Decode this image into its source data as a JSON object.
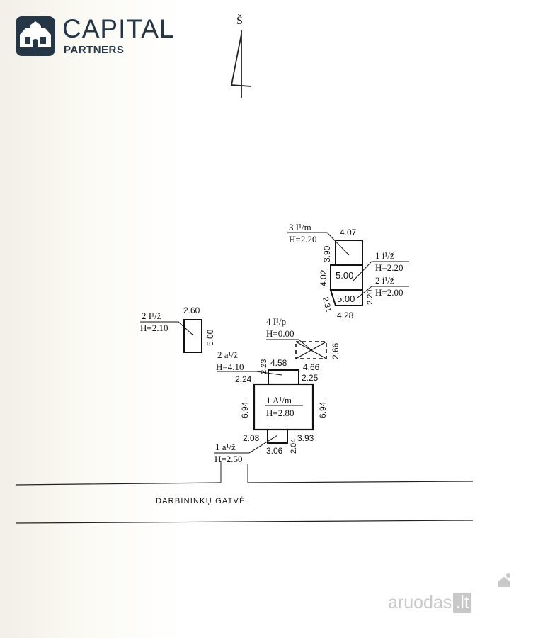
{
  "branding": {
    "name": "CAPITAL",
    "subtitle": "PARTNERS"
  },
  "north_label": "Š",
  "street_name": "DARBININKŲ  GATVĖ",
  "buildings": {
    "main": {
      "label": "1 A¹/m",
      "height": "H=2.80",
      "left_dim": "6.94",
      "right_dim": "6.94"
    },
    "front_porch": {
      "label": "2 a¹/ž",
      "height": "H=4.10",
      "top": "4.58",
      "left": "2.24",
      "right": "2.25",
      "side": "2.23"
    },
    "rear_porch": {
      "label": "1 a¹/ž",
      "height": "H=2.50",
      "left": "2.08",
      "bottom": "3.06",
      "right": "3.93",
      "side": "2.04"
    },
    "garage_west": {
      "label": "2 I¹/ž",
      "height": "H=2.10",
      "top": "2.60",
      "side": "5.00"
    },
    "ruin": {
      "label": "4 I¹/p",
      "height": "H=0.00",
      "bottom": "4.66",
      "side": "2.66"
    },
    "shed_n": {
      "label": "3 I¹/m",
      "height": "H=2.20",
      "top": "4.07",
      "side": "3.90"
    },
    "shed_mid": {
      "label": "1 i¹/ž",
      "height": "H=2.20",
      "inner": "5.00",
      "side": "4.02"
    },
    "shed_s": {
      "label": "2 i¹/ž",
      "height": "H=2.00",
      "inner": "5.00",
      "side_left": "2.31",
      "side_right": "2.20",
      "bottom": "4.28"
    }
  },
  "watermark": {
    "text": "aruodas",
    "tld": ".lt"
  }
}
